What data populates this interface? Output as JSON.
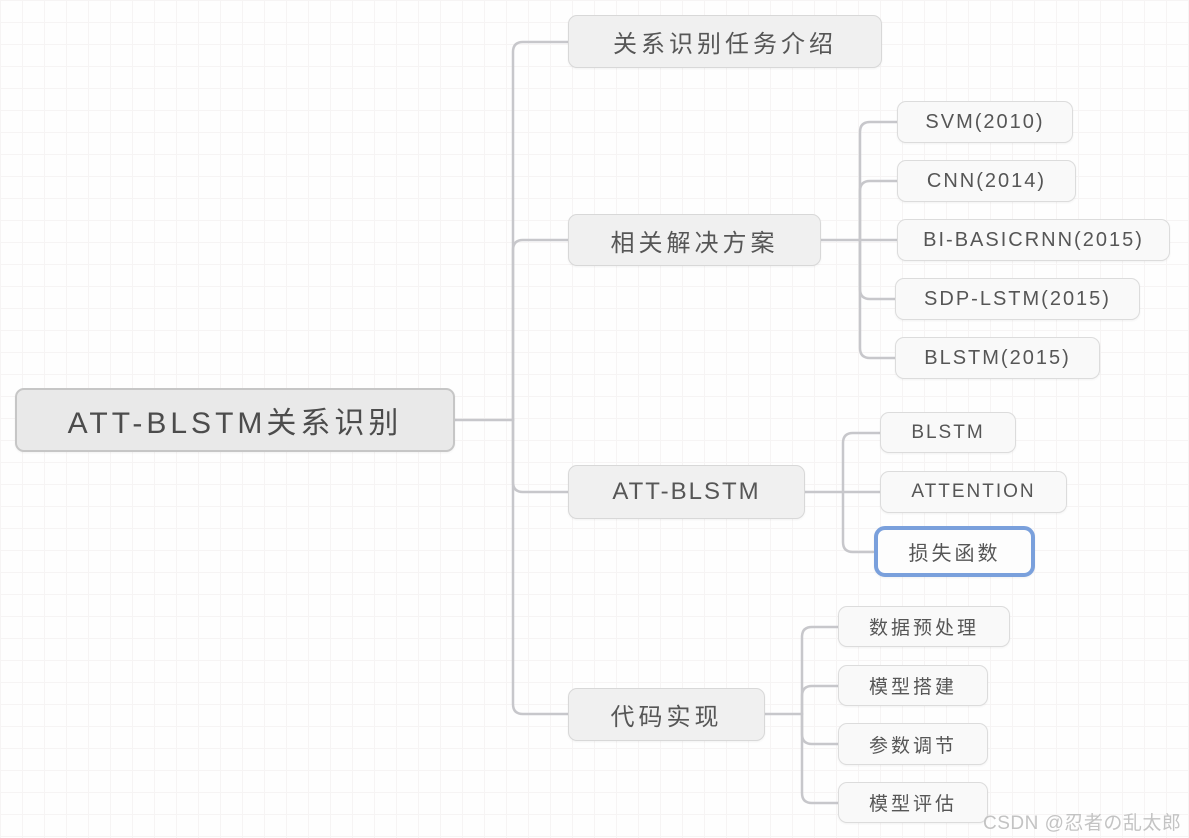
{
  "colors": {
    "selected_border": "#7aa0dc",
    "connector": "#c7c7cb",
    "root_fill": "#e9e9e9",
    "branch_fill": "#f0f0f0",
    "leaf_fill": "#f9f9f9",
    "text": "#565656"
  },
  "mindmap": {
    "root": {
      "label": "ATT-BLSTM关系识别"
    },
    "branches": [
      {
        "label": "关系识别任务介绍",
        "children": []
      },
      {
        "label": "相关解决方案",
        "children": [
          {
            "label": "SVM(2010)"
          },
          {
            "label": "CNN(2014)"
          },
          {
            "label": "BI-BASICRNN(2015)"
          },
          {
            "label": "SDP-LSTM(2015)"
          },
          {
            "label": "BLSTM(2015)"
          }
        ]
      },
      {
        "label": "ATT-BLSTM",
        "children": [
          {
            "label": "BLSTM"
          },
          {
            "label": "ATTENTION"
          },
          {
            "label": "损失函数",
            "selected": true
          }
        ]
      },
      {
        "label": "代码实现",
        "children": [
          {
            "label": "数据预处理"
          },
          {
            "label": "模型搭建"
          },
          {
            "label": "参数调节"
          },
          {
            "label": "模型评估"
          }
        ]
      }
    ]
  },
  "watermark": {
    "text": "CSDN @忍者の乱太郎"
  }
}
